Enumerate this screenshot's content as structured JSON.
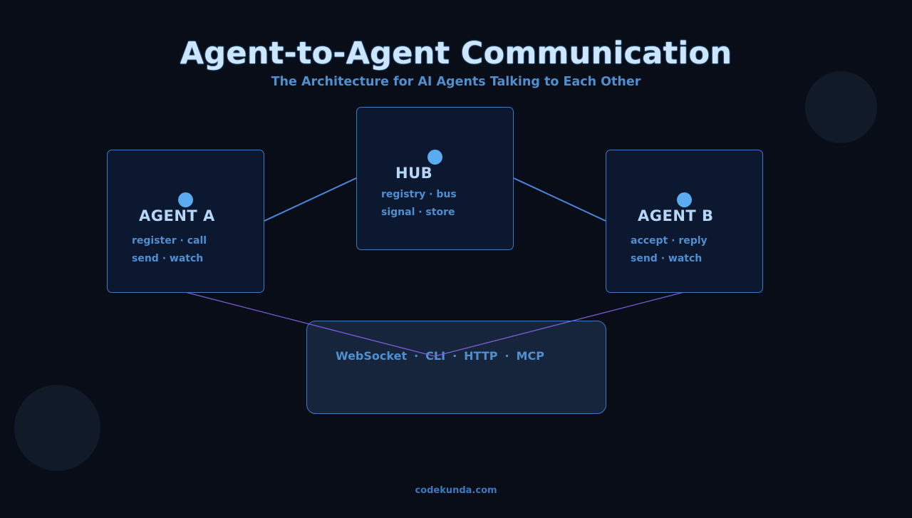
{
  "header": {
    "title": "Agent-to-Agent Communication",
    "subtitle": "The Architecture for AI Agents Talking to Each Other"
  },
  "nodes": {
    "agent_a": {
      "title": "AGENT A",
      "line1": "register · call",
      "line2": "send · watch"
    },
    "hub": {
      "title": "HUB",
      "line1": "registry · bus",
      "line2": "signal · store"
    },
    "agent_b": {
      "title": "AGENT B",
      "line1": "accept · reply",
      "line2": "send · watch"
    }
  },
  "transport": {
    "items": [
      "WebSocket",
      "CLI",
      "HTTP",
      "MCP"
    ],
    "separator": "·"
  },
  "footer": {
    "text": "codekunda.com"
  },
  "colors": {
    "background": "#090d17",
    "node_fill": "#0c1830",
    "node_border": "#3f79c0",
    "hub_link": "#4a86dd",
    "transport_link": "#7a5ed6",
    "accent_dot": "#5aabf0",
    "title_text": "#cde6ff"
  }
}
